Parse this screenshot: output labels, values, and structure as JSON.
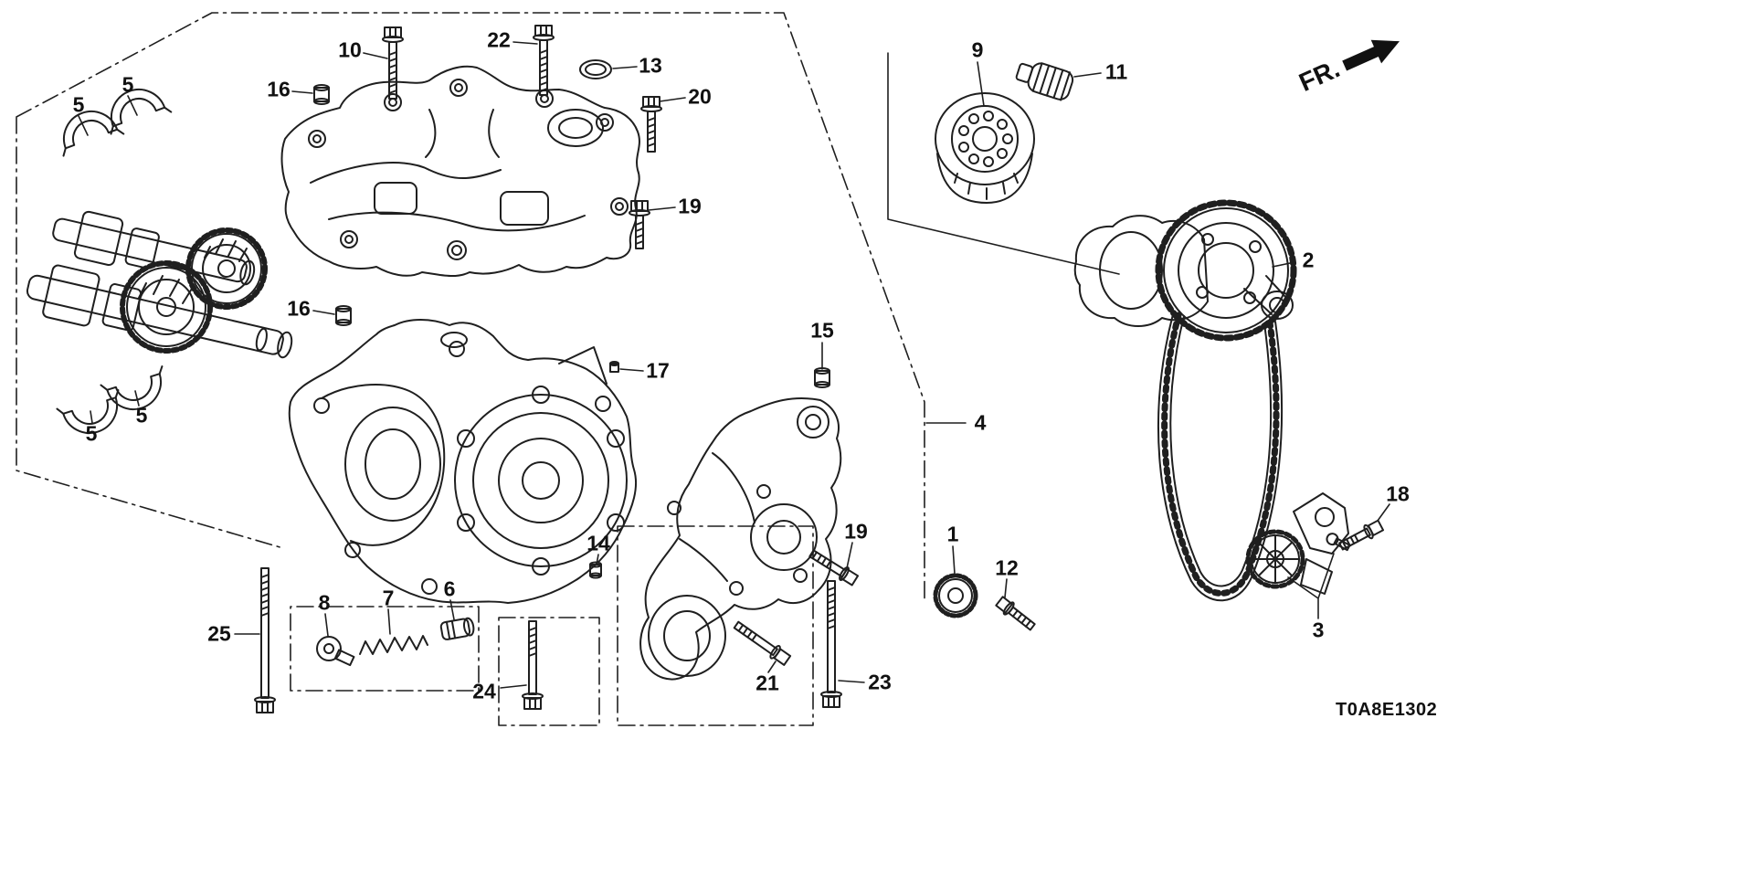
{
  "diagram": {
    "code": "T0A8E1302",
    "fr_label": "FR.",
    "line_color": "#1f1f1f",
    "background": "#ffffff"
  },
  "callouts": [
    {
      "label": "5"
    },
    {
      "label": "5"
    },
    {
      "label": "16"
    },
    {
      "label": "10"
    },
    {
      "label": "22"
    },
    {
      "label": "13"
    },
    {
      "label": "20"
    },
    {
      "label": "19"
    },
    {
      "label": "9"
    },
    {
      "label": "11"
    },
    {
      "label": "2"
    },
    {
      "label": "16"
    },
    {
      "label": "17"
    },
    {
      "label": "15"
    },
    {
      "label": "4"
    },
    {
      "label": "5"
    },
    {
      "label": "5"
    },
    {
      "label": "14"
    },
    {
      "label": "19"
    },
    {
      "label": "1"
    },
    {
      "label": "12"
    },
    {
      "label": "18"
    },
    {
      "label": "25"
    },
    {
      "label": "8"
    },
    {
      "label": "7"
    },
    {
      "label": "6"
    },
    {
      "label": "24"
    },
    {
      "label": "21"
    },
    {
      "label": "23"
    },
    {
      "label": "3"
    }
  ]
}
